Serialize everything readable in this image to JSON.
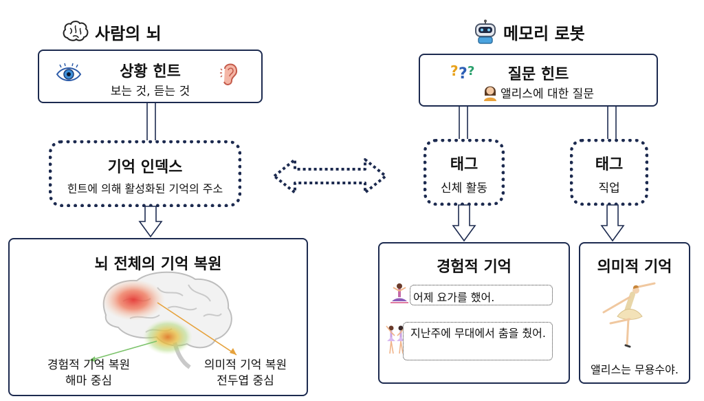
{
  "left": {
    "header": "사람의 뇌",
    "context_box": {
      "title": "상황 힌트",
      "subtitle": "보는 것, 듣는 것"
    },
    "index_box": {
      "title": "기억 인덱스",
      "subtitle": "힌트에 의해 활성화된 기억의 주소"
    },
    "recall_box": {
      "title": "뇌 전체의 기억 복원",
      "episodic_label": [
        "경험적 기억 복원",
        "해마 중심"
      ],
      "semantic_label": [
        "의미적 기억 복원",
        "전두엽 중심"
      ]
    }
  },
  "right": {
    "header": "메모리 로봇",
    "query_box": {
      "title": "질문 힌트",
      "subtitle": "앨리스에 대한 질문"
    },
    "tag1": {
      "title": "태그",
      "subtitle": "신체 활동"
    },
    "tag2": {
      "title": "태그",
      "subtitle": "직업"
    },
    "episodic_box": {
      "title": "경험적 기억",
      "items": [
        "어제 요가를 했어.",
        "지난주에 무대에서 춤을 췄어."
      ]
    },
    "semantic_box": {
      "title": "의미적 기억",
      "caption": "앨리스는 무용수야."
    }
  },
  "icons": [
    "brain-icon",
    "robot-icon",
    "eye-icon",
    "ear-icon",
    "question-marks-icon",
    "person-icon",
    "yoga-icon",
    "dancers-icon",
    "ballerina-icon"
  ],
  "colors": {
    "border": "#1c2a4f",
    "green_arrow": "#7cc36b",
    "orange_arrow": "#e6a23c",
    "hot_spot": "#e53935"
  }
}
